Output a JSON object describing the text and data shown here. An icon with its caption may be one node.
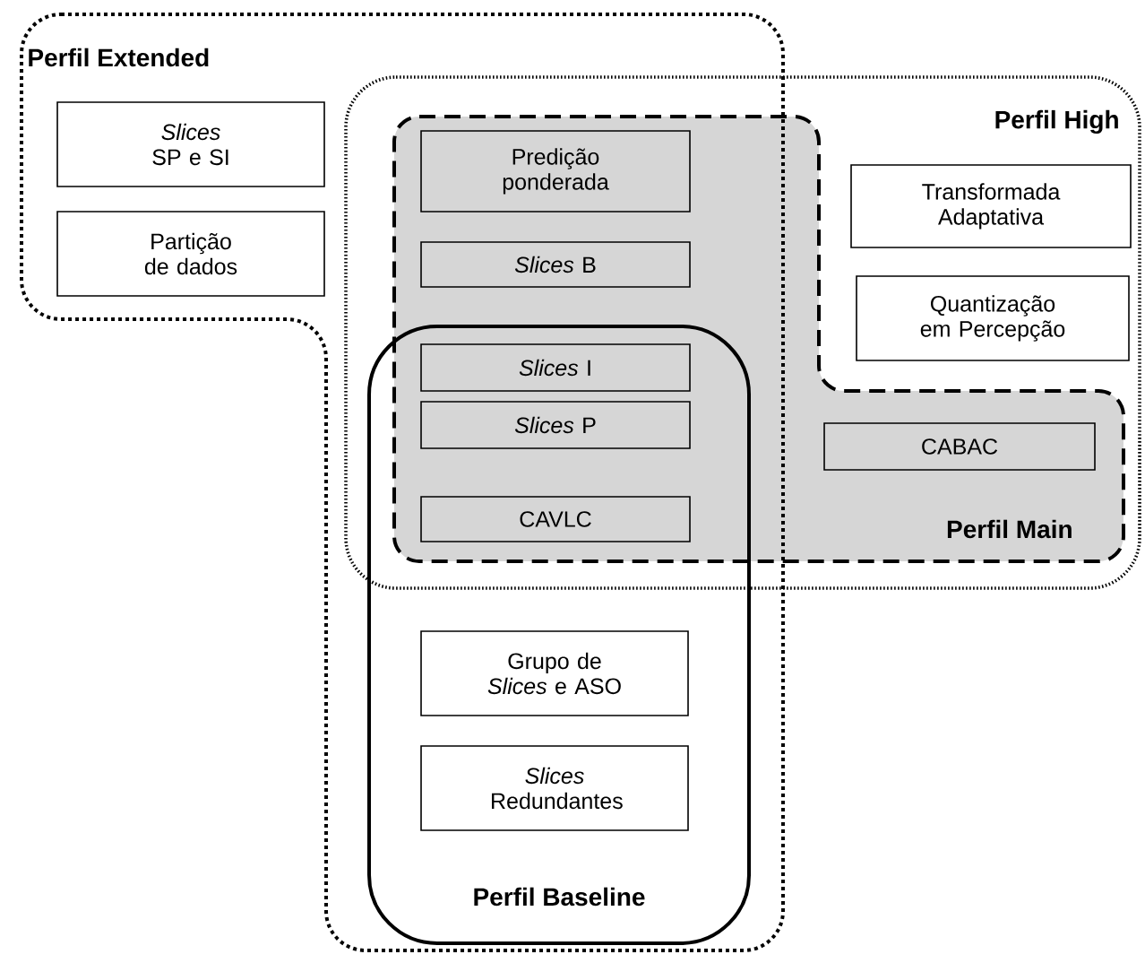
{
  "diagram": {
    "nodes": [
      {
        "text": [
          "Perfil Extended"
        ]
      },
      {
        "text": [
          "Perfil High"
        ]
      },
      {
        "text": [
          "Perfil Main"
        ],
        "in": 1
      },
      {
        "text": [
          "Perfil Baseline"
        ],
        "in": 0
      },
      {
        "text": [
          "*Slices* SP e SI"
        ],
        "in": 0
      },
      {
        "text": [
          "Partição de dados"
        ],
        "in": 0
      },
      {
        "text": [
          "Predição ponderada"
        ]
      },
      {
        "text": [
          "*Slices* B"
        ]
      },
      {
        "text": [
          "Transformada Adaptativa"
        ],
        "in": 1
      },
      {
        "text": [
          "Quantização em Percepção"
        ],
        "in": 1
      },
      {
        "text": [
          "*Slices* I"
        ]
      },
      {
        "text": [
          "*Slices* P"
        ]
      },
      {
        "text": [
          "CABAC"
        ],
        "in": 2
      },
      {
        "text": [
          "CAVLC"
        ]
      },
      {
        "text": [
          "Grupo de *Slices* e ASO"
        ],
        "in": 3
      },
      {
        "text": [
          "*Slices* Redundantes"
        ],
        "in": 3
      }
    ]
  }
}
